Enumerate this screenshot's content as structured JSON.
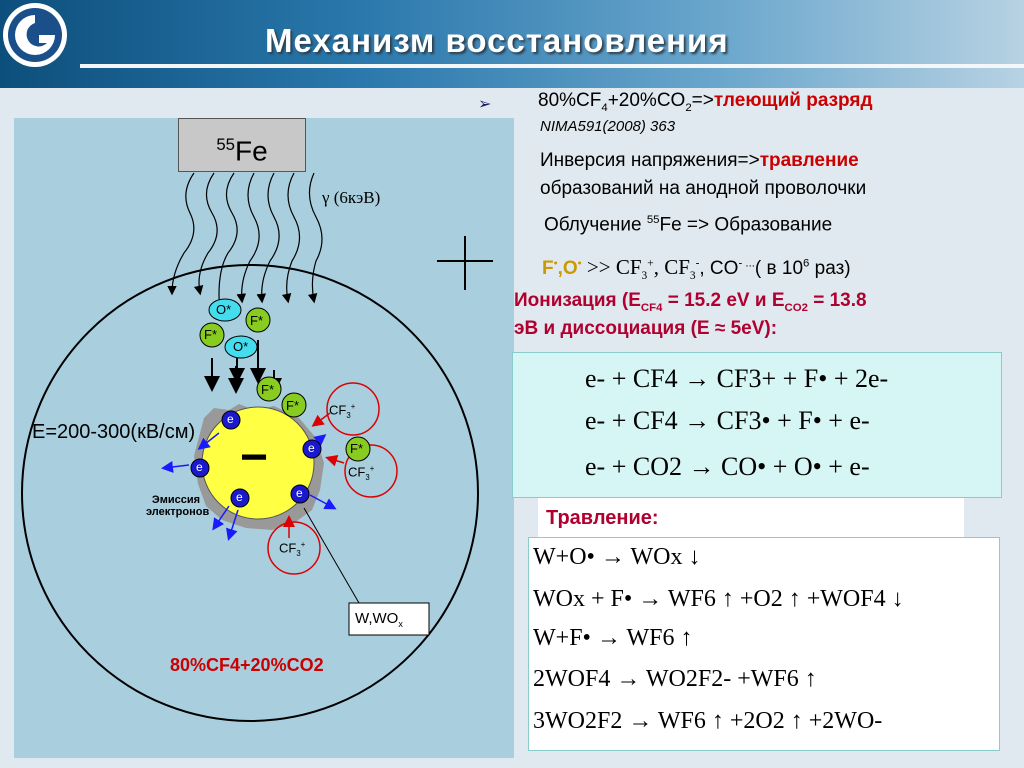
{
  "header": {
    "title": "Механизм восстановления"
  },
  "diagram": {
    "source": "55Fe",
    "source_sup": "55",
    "source_main": "Fe",
    "gamma_label": "γ (6кэВ)",
    "field_label": "E=200-300(кВ/см)",
    "emission_line1": "Эмиссия",
    "emission_line2": "электронов",
    "wire_minus": "−",
    "wire_label": "W,WO",
    "wire_label_sub": "x",
    "mixture": "80%CF4+20%CO2",
    "particles": {
      "o_star": "O*",
      "f_star": "F*",
      "e": "e",
      "cf3": "CF",
      "cf3_sub": "3",
      "cf3_sup": "+"
    }
  },
  "right": {
    "bullet": "➢",
    "line1_prefix": "80%CF",
    "line1_sub1": "4",
    "line1_mid": "+20%CO",
    "line1_sub2": "2",
    "line1_arrow": "=>",
    "line1_red": "тлеющий разряд",
    "ref": "NIMA591(2008) 363",
    "inv_prefix": "Инверсия напряжения=>",
    "inv_red": "травление",
    "inv_line2": "образований на анодной проволочки",
    "irr_prefix": "Облучение ",
    "irr_sup": "55",
    "irr_suffix": "Fe => Образование",
    "rad_prefix": "F",
    "rad_o": ",O",
    "rad_mid": " >> CF",
    "rad_cf3": "3",
    "rad_plus": "+",
    "rad_comma": ", CF",
    "rad_minus": "-",
    "rad_co": ", CO",
    "rad_co_sup": "-",
    "rad_dots": " ...",
    "rad_suffix": "( в 10",
    "rad_exp": "6",
    "rad_end": " раз)",
    "ion_line1": "Ионизация (E",
    "ion_sub1": "CF4",
    "ion_mid": " = 15.2 eV и E",
    "ion_sub2": "CO2",
    "ion_end": " = 13.8",
    "ion_line2": "эВ и диссоциация (E ≈ 5eV):"
  },
  "reactions": [
    "e- + CF4 → CF3+ + F• + 2e-",
    "e- + CF4 → CF3• + F• + e-",
    "e- + CO2 → CO• + O• + e-"
  ],
  "etch_title": "Травление:",
  "etch": [
    "W+O• → WOx ↓",
    "WOx + F• → WF6 ↑ +O2 ↑ +WOF4 ↓",
    "W+F• → WF6 ↑",
    "2WOF4 → WO2F2- +WF6 ↑",
    "3WO2F2 → WF6 ↑ +2O2 ↑ +2WO-"
  ]
}
